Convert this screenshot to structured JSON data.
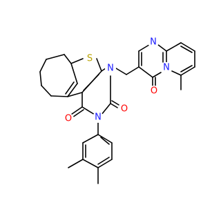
{
  "molecule": {
    "bond_color": "#000000",
    "atoms": [
      {
        "id": "S1",
        "element": "S",
        "label": "S",
        "color": "#b8a200"
      },
      {
        "id": "N1",
        "element": "N",
        "label": "N",
        "color": "#1a1aff"
      },
      {
        "id": "N2",
        "element": "N",
        "label": "N",
        "color": "#1a1aff"
      },
      {
        "id": "O1",
        "element": "O",
        "label": "O",
        "color": "#ff0000"
      },
      {
        "id": "O2",
        "element": "O",
        "label": "O",
        "color": "#ff0000"
      },
      {
        "id": "N3",
        "element": "N",
        "label": "N",
        "color": "#1a1aff"
      },
      {
        "id": "N4",
        "element": "N",
        "label": "N",
        "color": "#1a1aff"
      },
      {
        "id": "O3",
        "element": "O",
        "label": "O",
        "color": "#ff0000"
      }
    ]
  }
}
